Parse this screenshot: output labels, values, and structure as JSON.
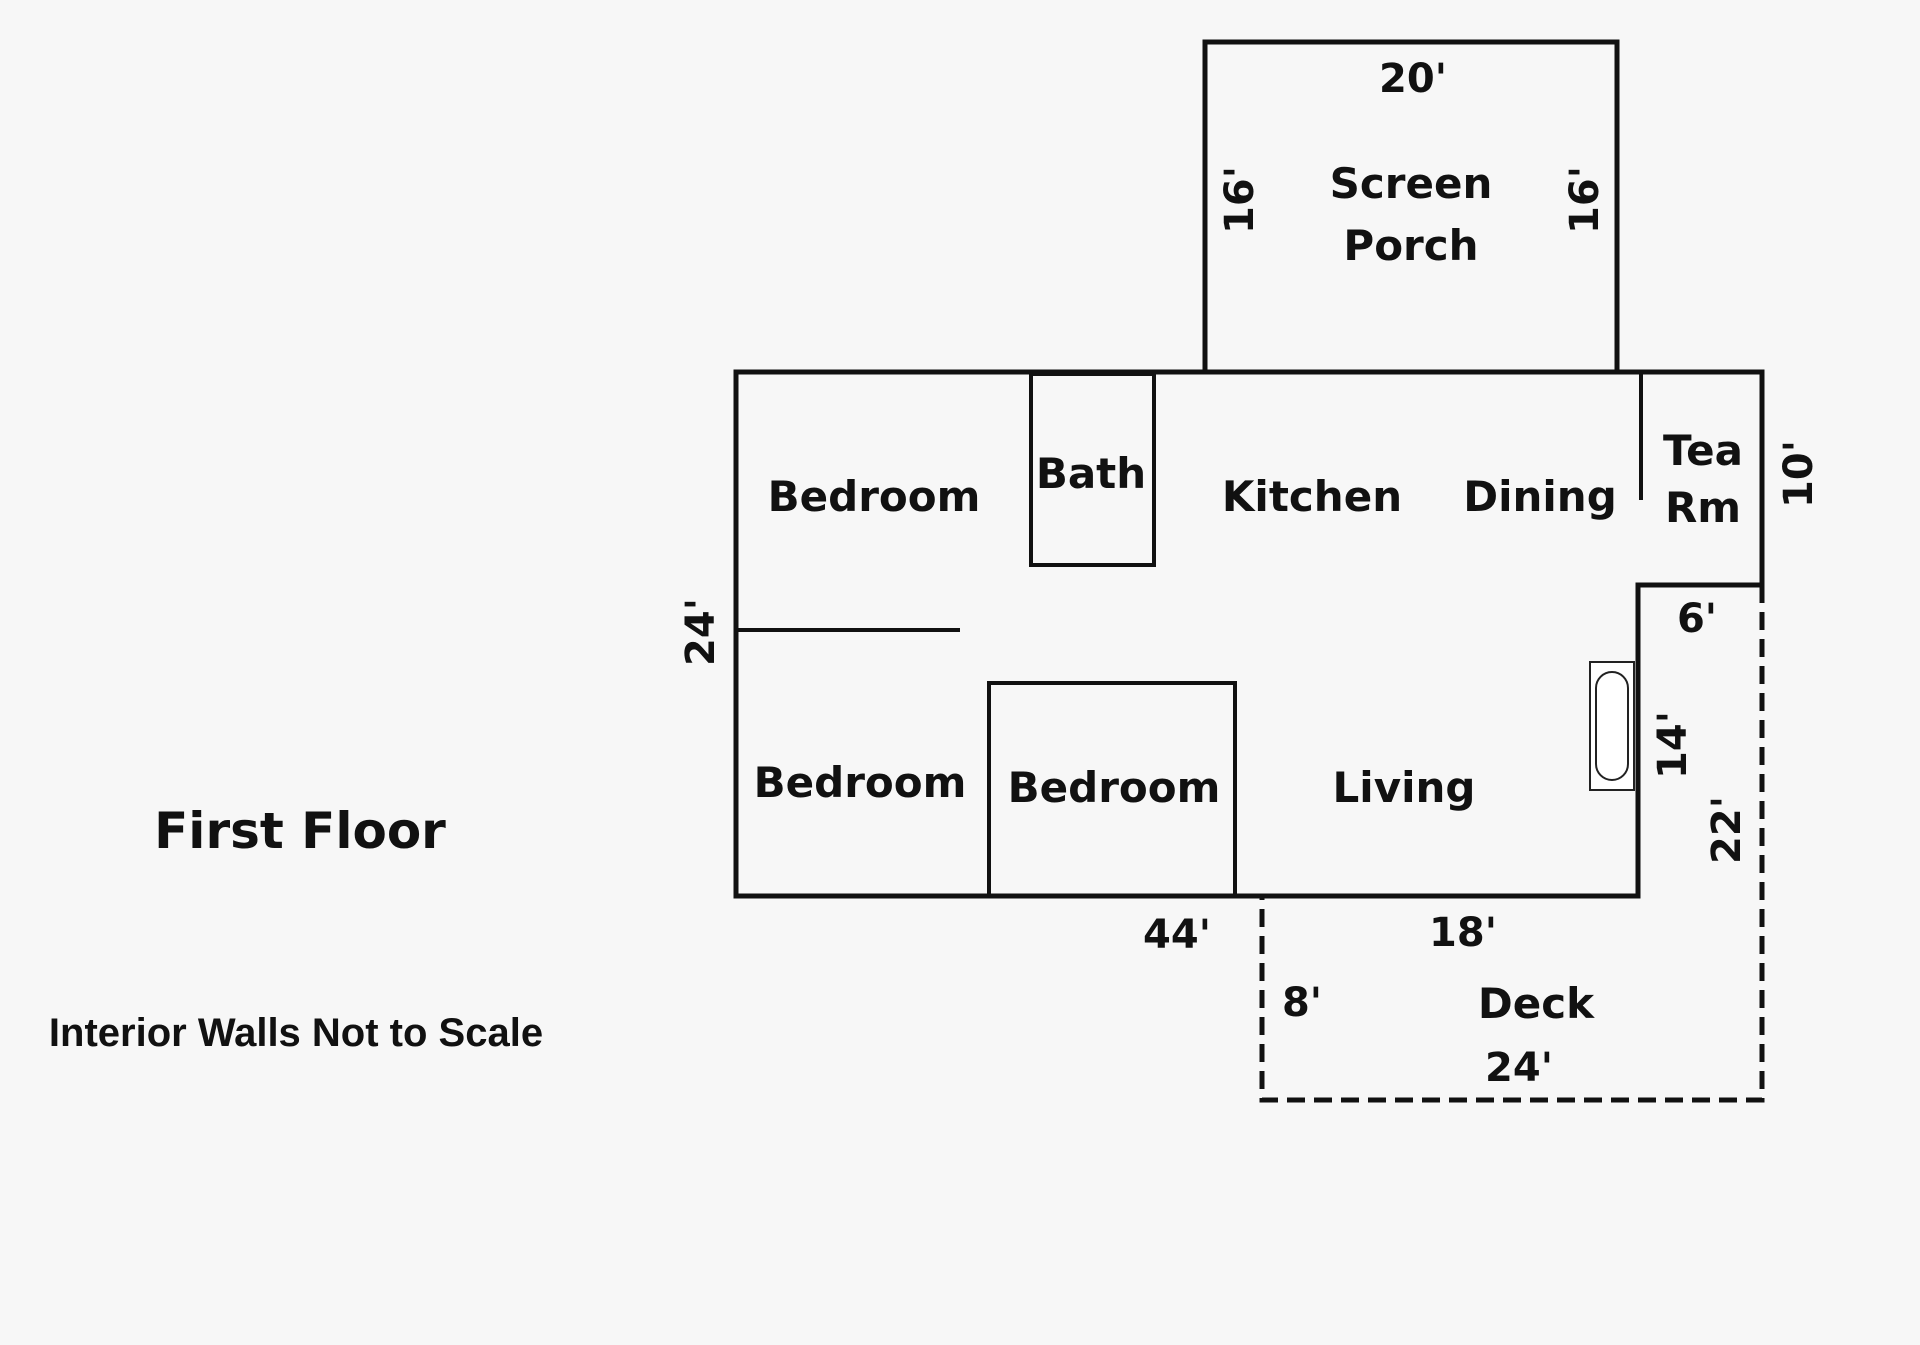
{
  "title": "First Floor",
  "note": "Interior Walls Not to Scale",
  "rooms": {
    "screen_porch_line1": "Screen",
    "screen_porch_line2": "Porch",
    "bedroom_top": "Bedroom",
    "bath": "Bath",
    "kitchen": "Kitchen",
    "dining": "Dining",
    "tea_rm_line1": "Tea",
    "tea_rm_line2": "Rm",
    "bedroom_bottom_left": "Bedroom",
    "bedroom_bottom_middle": "Bedroom",
    "living": "Living",
    "deck": "Deck"
  },
  "dimensions": {
    "porch_width": "20'",
    "porch_left_depth": "16'",
    "porch_right_depth": "16'",
    "house_depth": "24'",
    "tea_rm_depth": "10'",
    "step_width": "6'",
    "living_right_depth": "14'",
    "deck_right_depth": "22'",
    "house_width": "44'",
    "deck_inner_width": "18'",
    "deck_depth": "8'",
    "deck_width": "24'"
  }
}
